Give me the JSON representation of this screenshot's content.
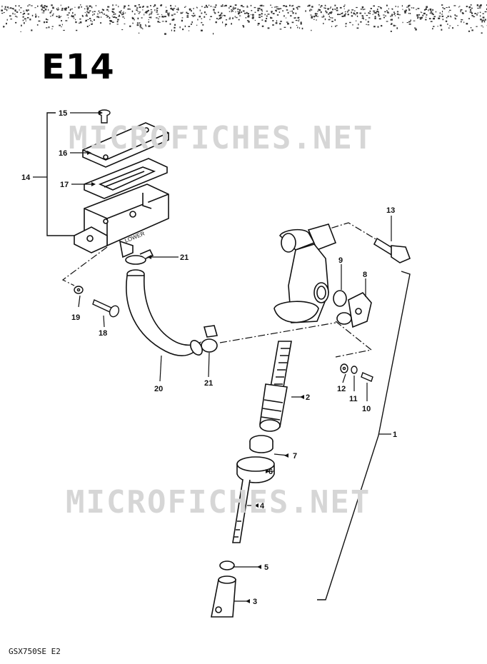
{
  "diagram": {
    "title": "E14",
    "footer": "GSX750SE E2",
    "watermark": "MICROFICHES.NET"
  },
  "parts": [
    {
      "id": "1"
    },
    {
      "id": "2"
    },
    {
      "id": "3"
    },
    {
      "id": "4"
    },
    {
      "id": "5"
    },
    {
      "id": "6"
    },
    {
      "id": "7"
    },
    {
      "id": "8"
    },
    {
      "id": "9"
    },
    {
      "id": "10"
    },
    {
      "id": "11"
    },
    {
      "id": "12"
    },
    {
      "id": "13"
    },
    {
      "id": "14"
    },
    {
      "id": "15"
    },
    {
      "id": "16"
    },
    {
      "id": "17"
    },
    {
      "id": "18"
    },
    {
      "id": "19"
    },
    {
      "id": "20"
    },
    {
      "id": "21"
    },
    {
      "id": "21"
    }
  ]
}
